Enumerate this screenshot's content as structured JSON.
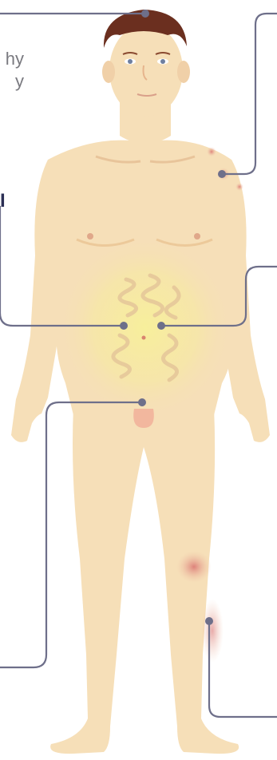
{
  "callout_fragments": {
    "top_left_line1": "hy",
    "top_left_line2": "y",
    "mid_left": "I"
  },
  "colors": {
    "skin": "#f6dfb8",
    "skin_shadow": "#ecc99a",
    "hair": "#6b2f1f",
    "leader_line": "#6e6f8a",
    "inflammation": "#d97b7b",
    "abdomen_glow": "#f7ee9a"
  },
  "markers": [
    {
      "name": "head-marker"
    },
    {
      "name": "shoulder-marker"
    },
    {
      "name": "navel-left-marker"
    },
    {
      "name": "navel-right-marker"
    },
    {
      "name": "groin-marker"
    },
    {
      "name": "knee-marker"
    }
  ]
}
